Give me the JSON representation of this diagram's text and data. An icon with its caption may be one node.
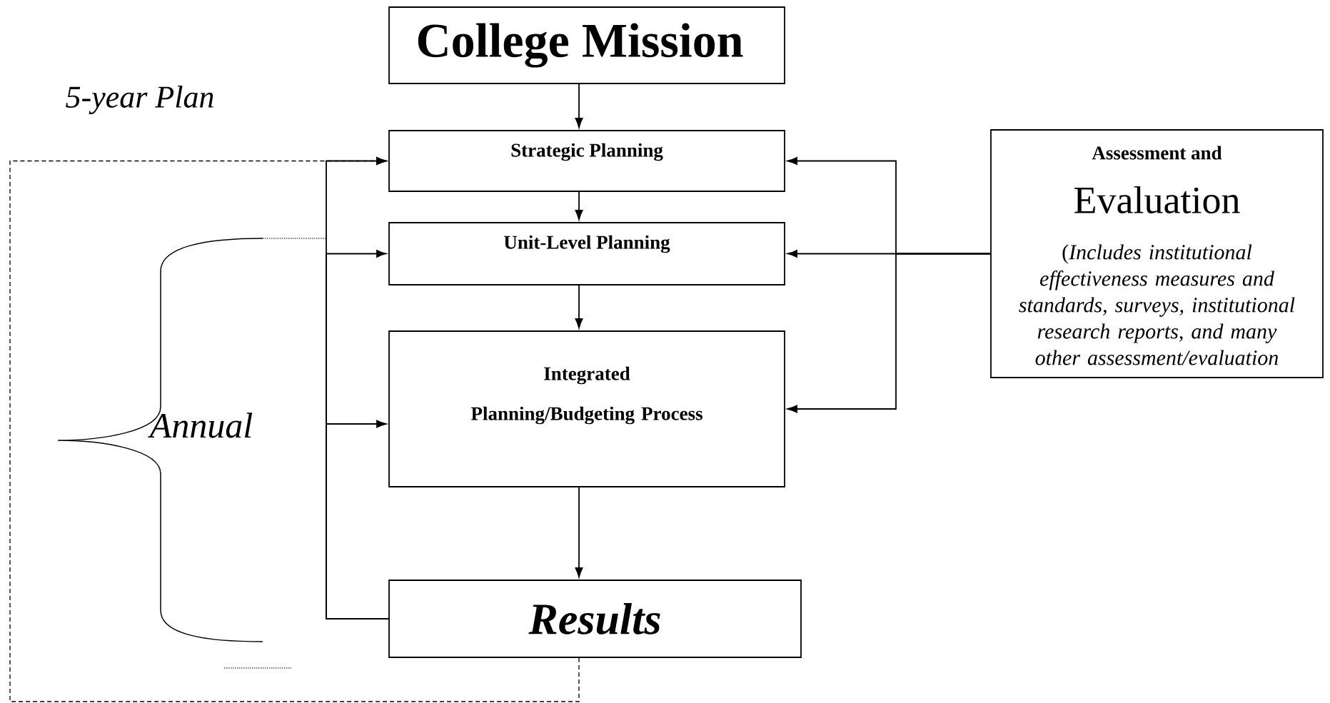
{
  "diagram": {
    "nodes": [
      {
        "text": [
          "College Mission"
        ]
      },
      {
        "text": [
          "Strategic Planning"
        ]
      },
      {
        "text": [
          "Unit-Level Planning"
        ]
      },
      {
        "text": [
          "Integrated Planning/Budgeting Process"
        ]
      },
      {
        "text": [
          "Results"
        ]
      },
      {
        "text": [
          "Assessment and",
          "Evaluation",
          "(*Includes institutional effectiveness measures and standards, surveys, institutional research reports, and many other assessment/evaluation*"
        ]
      }
    ],
    "edges": [
      {
        "from": 0,
        "to": 1,
        "arrow": "to"
      },
      {
        "from": 1,
        "to": 2,
        "arrow": "to"
      },
      {
        "from": 2,
        "to": 3,
        "arrow": "to"
      },
      {
        "from": 3,
        "to": 4,
        "arrow": "to"
      },
      {
        "from": 4,
        "to": 1,
        "arrow": "to"
      },
      {
        "from": 4,
        "to": 2,
        "arrow": "to"
      },
      {
        "from": 4,
        "to": 3,
        "arrow": "to"
      },
      {
        "from": 4,
        "to": 1,
        "arrow": "to",
        "style": "dashed"
      },
      {
        "from": 5,
        "to": 1,
        "arrow": "to"
      },
      {
        "from": 5,
        "to": 2,
        "arrow": "to"
      },
      {
        "from": 5,
        "to": 3,
        "arrow": "to"
      }
    ],
    "labels": [
      "5-year Plan",
      "Annual"
    ]
  }
}
